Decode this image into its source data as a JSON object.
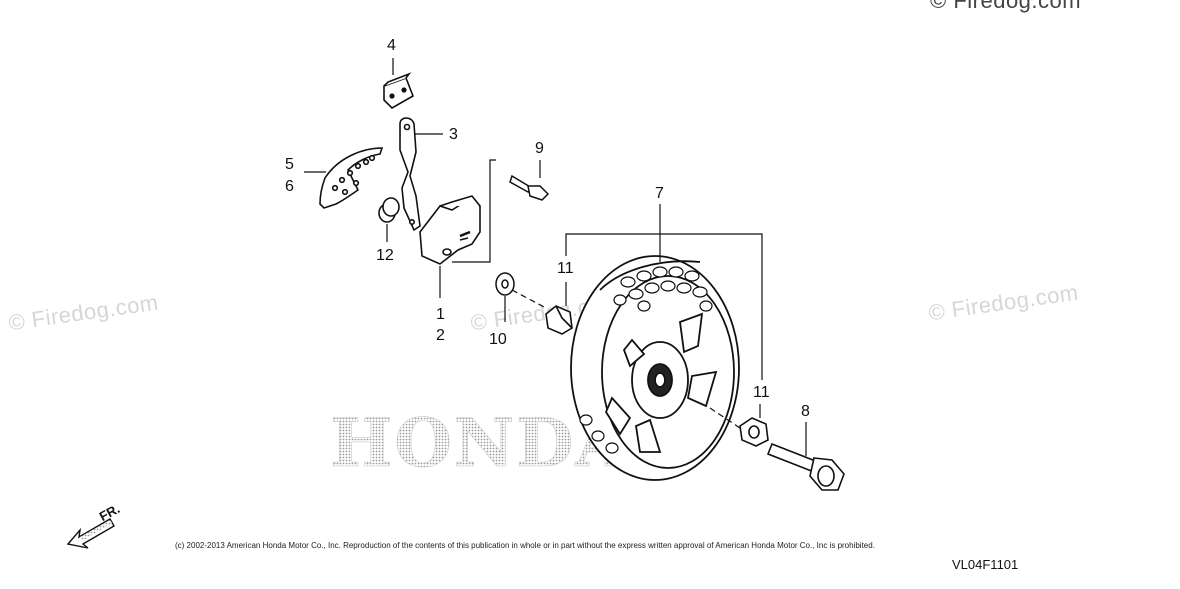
{
  "watermark": {
    "text": "© Firedog.com"
  },
  "callouts": {
    "c1": "1",
    "c2": "2",
    "c3": "3",
    "c4": "4",
    "c5": "5",
    "c6": "6",
    "c7": "7",
    "c8": "8",
    "c9": "9",
    "c10": "10",
    "c11a": "11",
    "c11b": "11",
    "c12": "12"
  },
  "brand_text": "HONDA",
  "direction_label": "FR.",
  "copyright": "(c) 2002-2013 American Honda Motor Co., Inc. Reproduction of the contents of this publication in whole or in part without the express written approval of American Honda Motor Co., Inc is prohibited.",
  "diagram_code": "VL04F1101"
}
